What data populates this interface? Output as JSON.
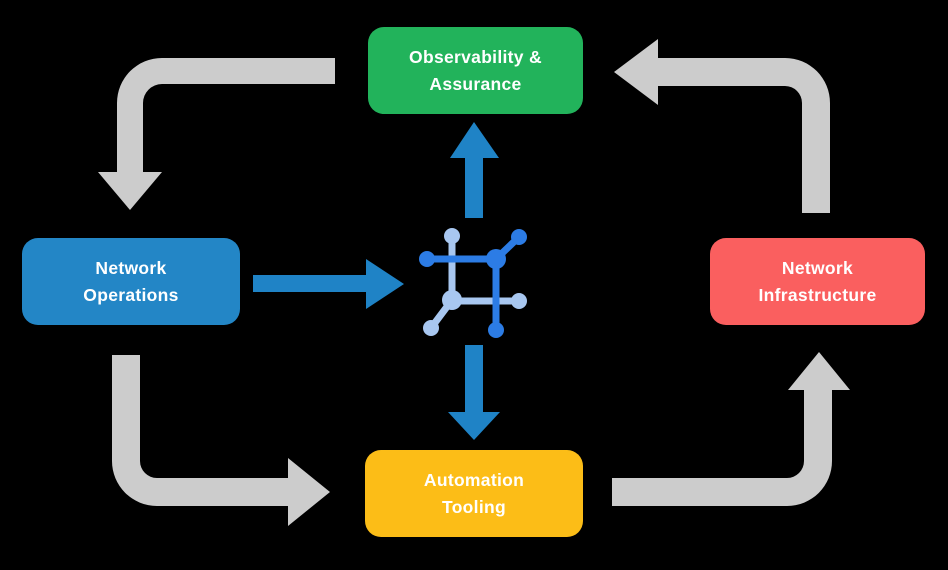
{
  "diagram_title": "Network automation closed-loop cycle",
  "colors": {
    "background": "#000000",
    "arrow-gray": "#cccccc",
    "arrow-blue": "#1f83c6",
    "icon-dark-blue": "#2c7ce5",
    "icon-light-blue": "#a8c7f0",
    "text": "#ffffff"
  },
  "nodes": {
    "observability": {
      "label": "Observability &\nAssurance",
      "color": "#22b35b"
    },
    "operations": {
      "label": "Network\nOperations",
      "color": "#2386c6"
    },
    "infrastructure": {
      "label": "Network\nInfrastructure",
      "color": "#fa5f5f"
    },
    "automation": {
      "label": "Automation\nTooling",
      "color": "#fcbd17"
    }
  },
  "center_icon": {
    "name": "network-mesh-icon"
  },
  "edges": [
    {
      "from": "network-operations",
      "to": "center-icon",
      "style": "blue-straight"
    },
    {
      "from": "center-icon",
      "to": "observability-assurance",
      "style": "blue-straight"
    },
    {
      "from": "center-icon",
      "to": "automation-tooling",
      "style": "blue-straight"
    },
    {
      "from": "observability-assurance",
      "to": "network-operations",
      "style": "gray-elbow"
    },
    {
      "from": "network-operations",
      "to": "automation-tooling",
      "style": "gray-elbow"
    },
    {
      "from": "automation-tooling",
      "to": "network-infrastructure",
      "style": "gray-elbow"
    },
    {
      "from": "network-infrastructure",
      "to": "observability-assurance",
      "style": "gray-elbow"
    }
  ]
}
